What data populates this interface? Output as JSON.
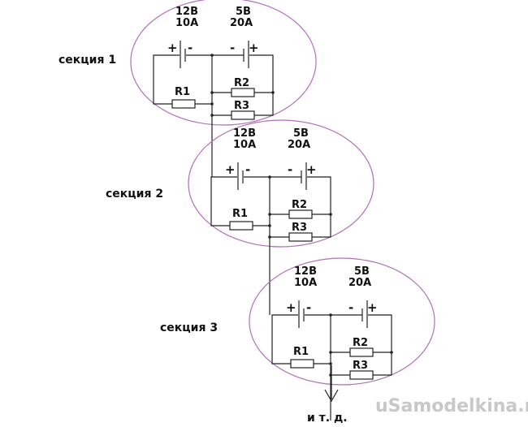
{
  "sections": [
    {
      "label": "секция 1",
      "bat1_voltage": "12В",
      "bat1_current": "10А",
      "bat2_voltage": "5В",
      "bat2_current": "20А",
      "r1": "R1",
      "r2": "R2",
      "r3": "R3",
      "plus": "+",
      "minus": "-"
    },
    {
      "label": "секция 2",
      "bat1_voltage": "12В",
      "bat1_current": "10А",
      "bat2_voltage": "5В",
      "bat2_current": "20А",
      "r1": "R1",
      "r2": "R2",
      "r3": "R3",
      "plus": "+",
      "minus": "-"
    },
    {
      "label": "секция 3",
      "bat1_voltage": "12В",
      "bat1_current": "10А",
      "bat2_voltage": "5В",
      "bat2_current": "20А",
      "r1": "R1",
      "r2": "R2",
      "r3": "R3",
      "plus": "+",
      "minus": "-"
    }
  ],
  "continuation": "и т. д.",
  "watermark": "uSamodelkina.ru",
  "colors": {
    "ellipse": "#b070b8",
    "wire": "#222222",
    "watermark": "#c8c8c8"
  }
}
